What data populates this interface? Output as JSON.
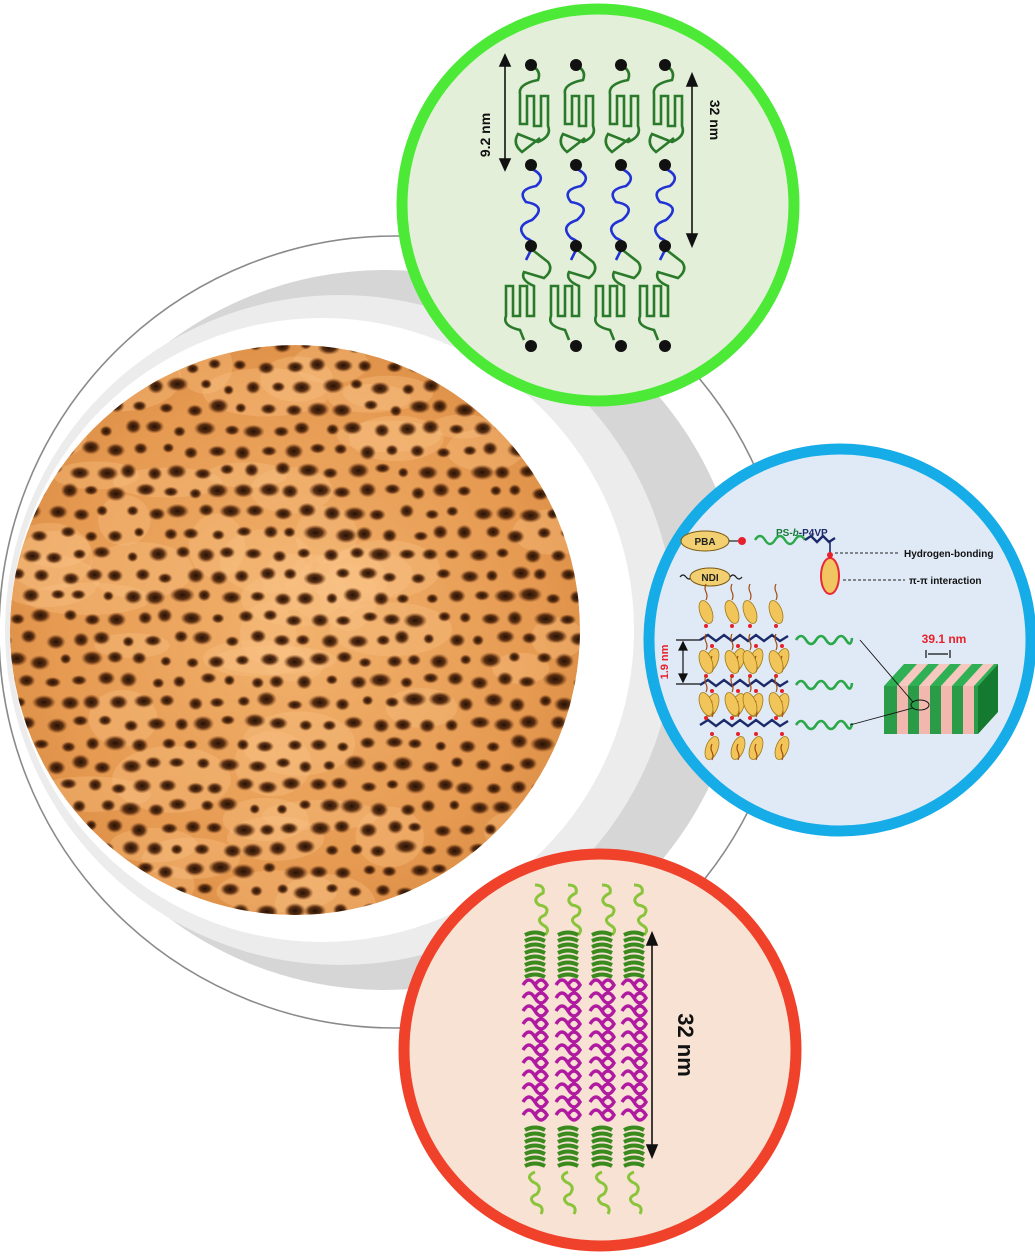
{
  "top_panel": {
    "dim_short": "9.2 nm",
    "dim_long": "32 nm",
    "ring_color": "#4cea37",
    "fill_color": "#e3efd9",
    "block_color": "#2b7a2b",
    "core_color": "#2233d6"
  },
  "right_panel": {
    "pba_label": "PBA",
    "ndi_label": "NDI",
    "polymer_prefix": "PS-",
    "polymer_italic": "b",
    "polymer_suffix": "-P4VP",
    "hbond_label": "Hydrogen-bonding",
    "pi_label": "π-π interaction",
    "spacing_label": "1.9 nm",
    "period_label": "39.1 nm",
    "ring_color": "#16ace8",
    "fill_color": "#e0eaf6",
    "highlight_color": "#e8202a"
  },
  "bottom_panel": {
    "dim_label": "32 nm",
    "ring_color": "#f0412a",
    "fill_color": "#f7e2d4",
    "green_color": "#3a8a1e",
    "magenta_color": "#b01aa0"
  },
  "afm": {
    "base_color": "#e9a35c",
    "pore_color": "#3a1a06"
  }
}
